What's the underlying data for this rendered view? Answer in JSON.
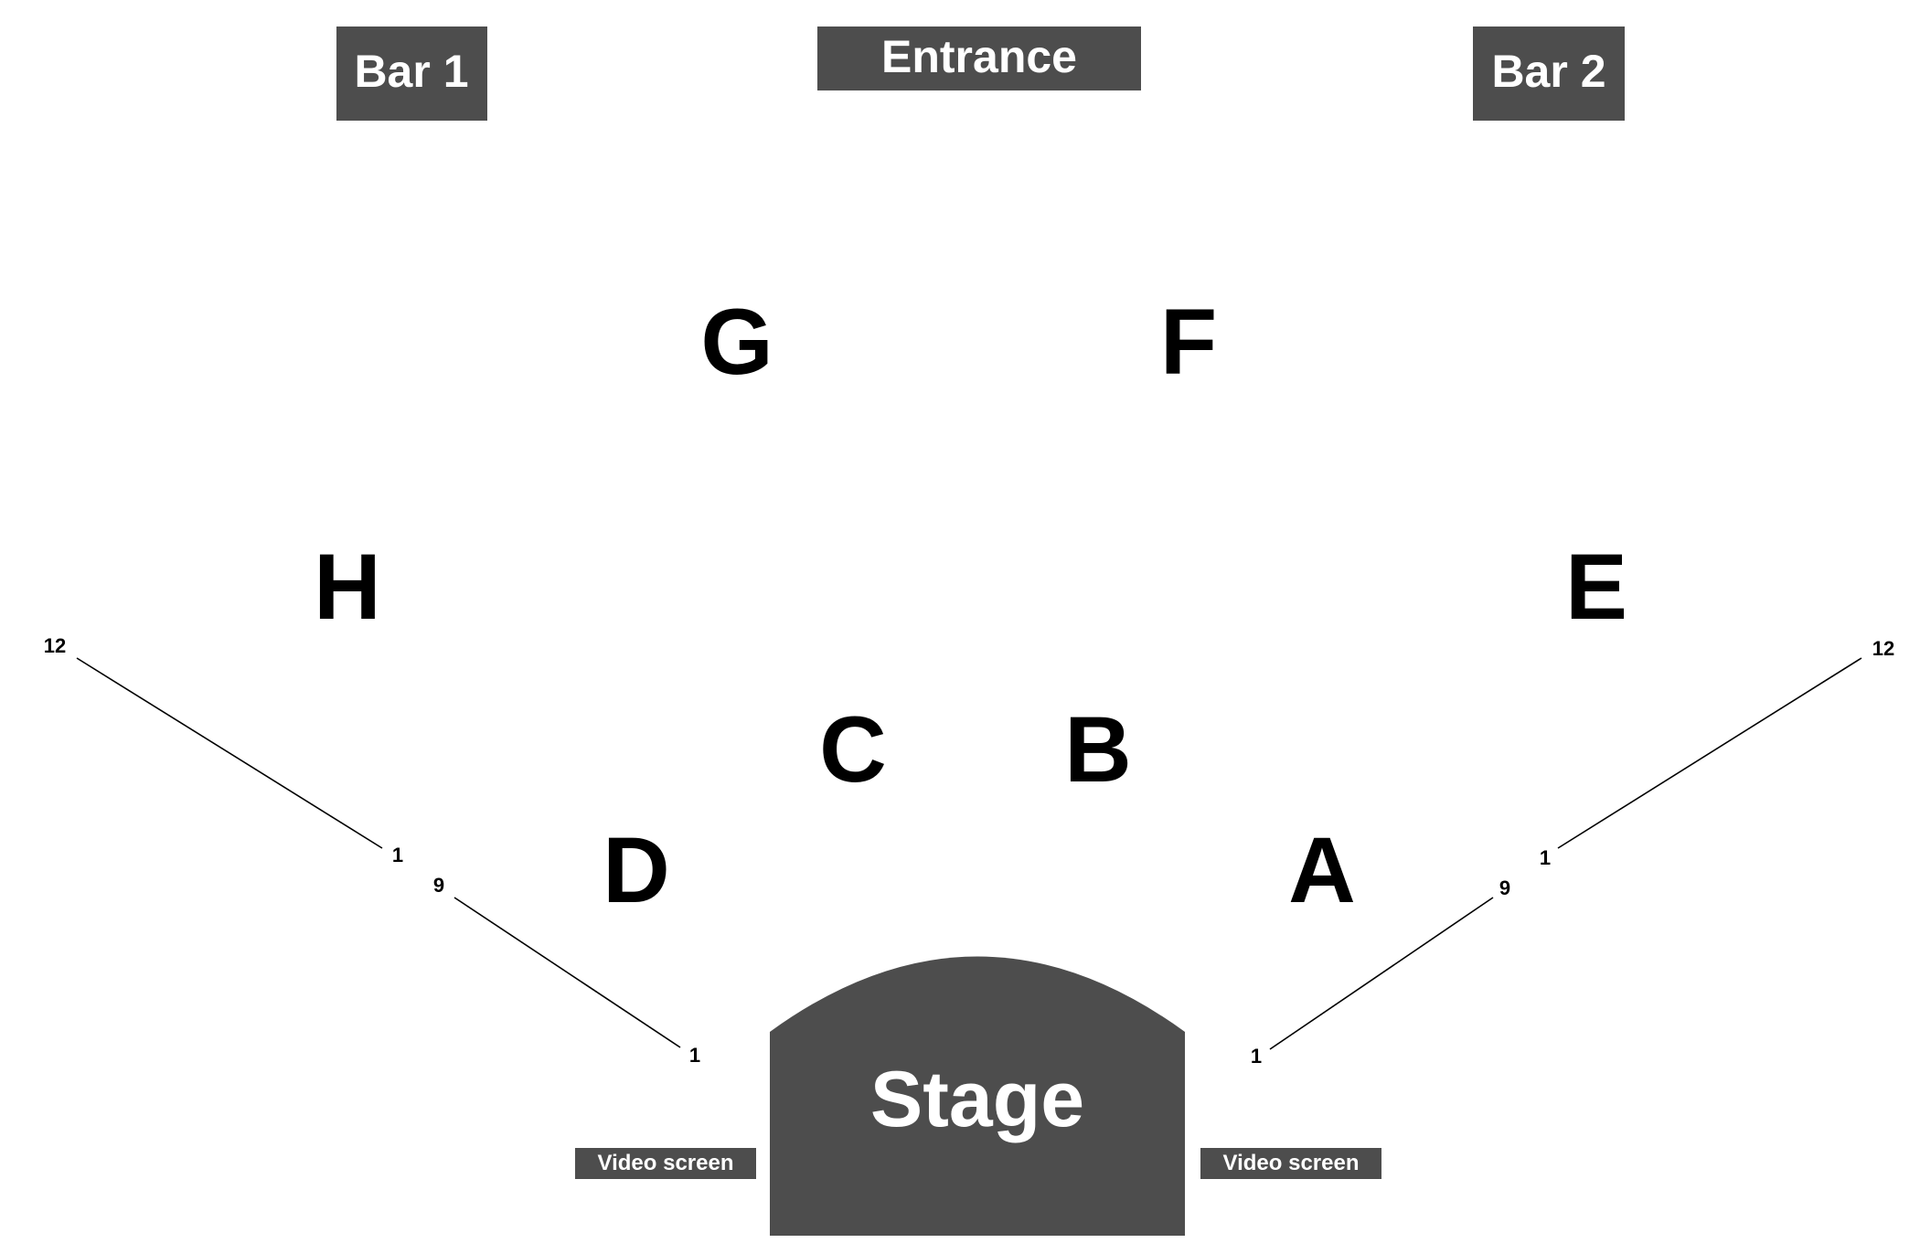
{
  "facilities": {
    "bar_1": "Bar 1",
    "entrance": "Entrance",
    "bar_2": "Bar 2",
    "stage": "Stage",
    "video_screen_left": "Video screen",
    "video_screen_right": "Video screen"
  },
  "sections": {
    "a": "A",
    "b": "B",
    "c": "C",
    "d": "D",
    "e": "E",
    "f": "F",
    "g": "G",
    "h": "H"
  },
  "row_markers": {
    "left_upper_start": "12",
    "left_upper_end": "1",
    "left_lower_start": "9",
    "left_lower_end": "1",
    "right_upper_start": "12",
    "right_upper_end": "1",
    "right_lower_start": "9",
    "right_lower_end": "1"
  },
  "colors": {
    "facility_fill": "#4d4d4d",
    "facility_text": "#ffffff",
    "section_text": "#000000",
    "background": "#ffffff"
  }
}
